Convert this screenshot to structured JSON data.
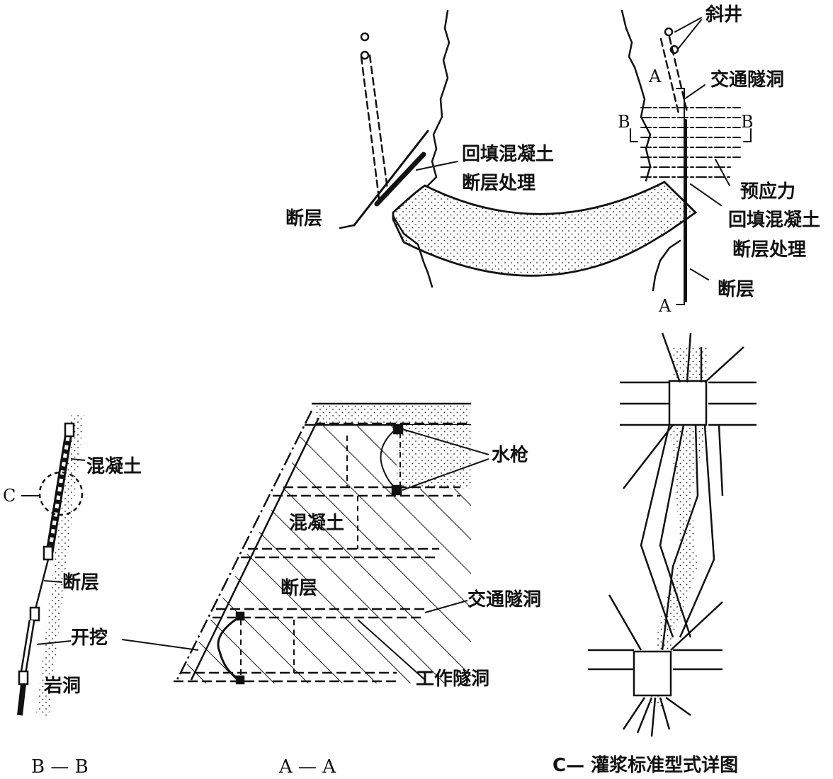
{
  "top": {
    "incline_shaft": "斜井",
    "traffic_tunnel": "交通隧洞",
    "prestress": "预应力",
    "backfill_left_1": "回填混凝土",
    "backfill_left_2": "断层处理",
    "backfill_right_1": "回填混凝土",
    "backfill_right_2": "断层处理",
    "fault_left": "断层",
    "fault_right": "断层",
    "section_a_top": "A",
    "section_a_bottom": "A",
    "section_b_left": "B",
    "section_b_right": "B"
  },
  "bb": {
    "concrete": "混凝土",
    "detail_c": "C",
    "fault": "断层",
    "excavation": "开挖",
    "rock_tunnel": "岩洞",
    "caption": "B — B"
  },
  "aa": {
    "water_gun": "水枪",
    "concrete": "混凝土",
    "fault": "断层",
    "traffic_tunnel": "交通隧洞",
    "work_tunnel": "工作隧洞",
    "caption": "A — A"
  },
  "cc": {
    "caption": "C— 灌浆标准型式详图"
  }
}
